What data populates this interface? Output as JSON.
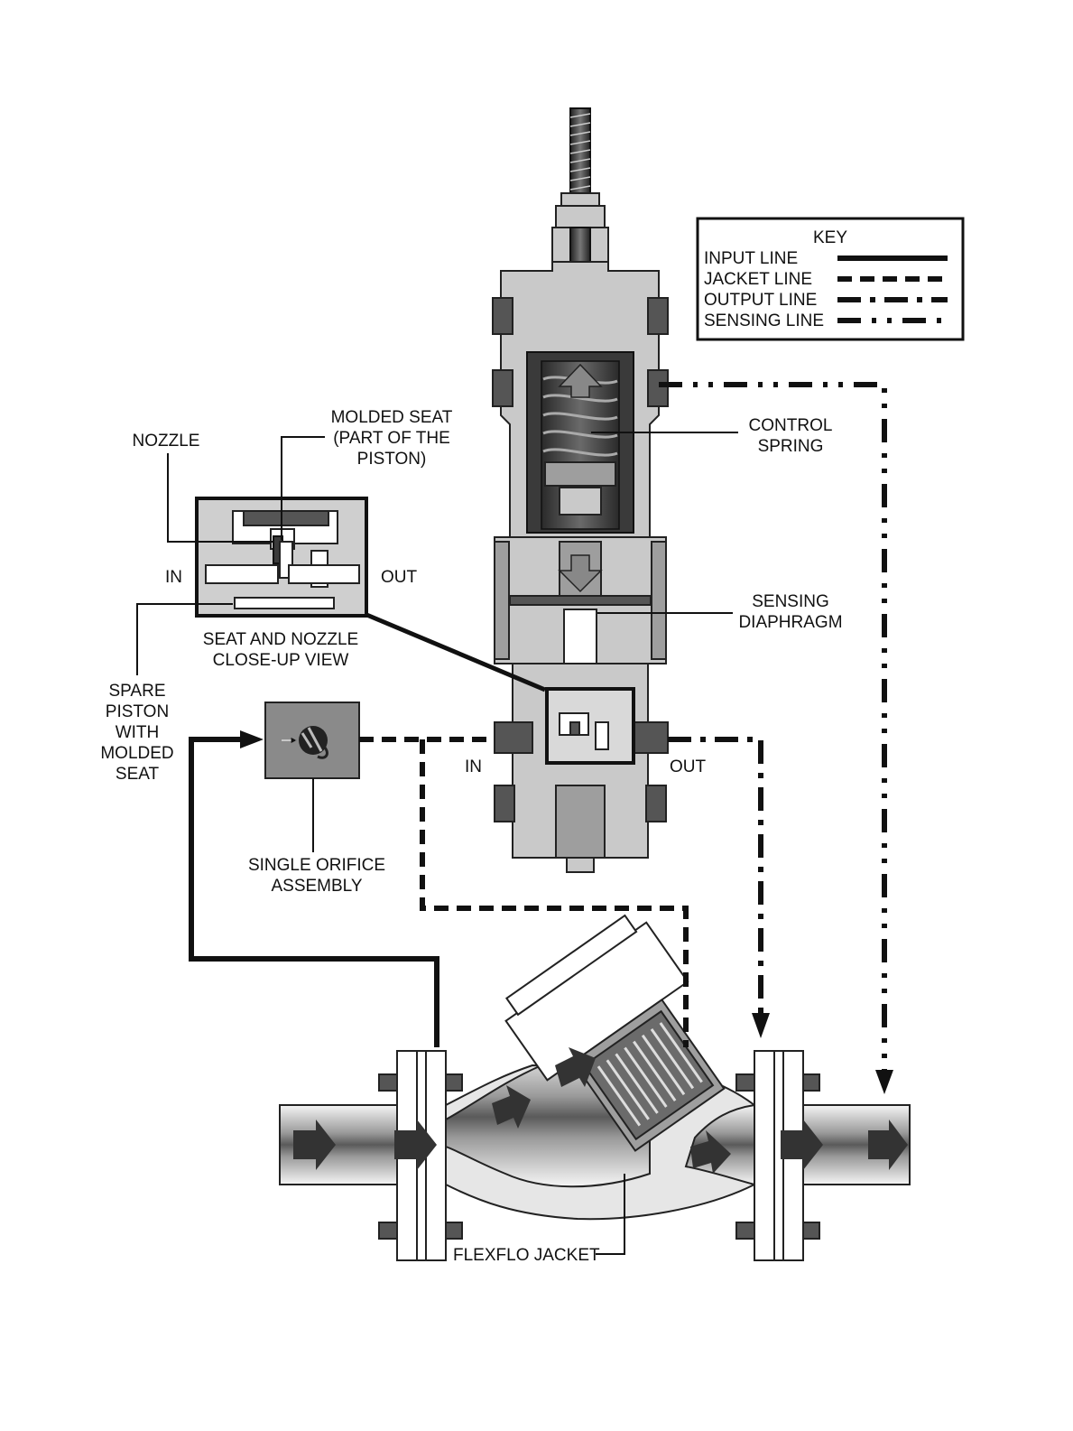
{
  "key": {
    "title": "KEY",
    "rows": [
      {
        "label": "INPUT LINE",
        "style": "input"
      },
      {
        "label": "JACKET LINE",
        "style": "jacket"
      },
      {
        "label": "OUTPUT LINE",
        "style": "output"
      },
      {
        "label": "SENSING LINE",
        "style": "sensing"
      }
    ]
  },
  "labels": {
    "molded_seat": [
      "MOLDED SEAT",
      "(PART OF THE",
      "PISTON)"
    ],
    "nozzle": "NOZZLE",
    "closeup_in": "IN",
    "closeup_out": "OUT",
    "closeup_caption": [
      "SEAT AND NOZZLE",
      "CLOSE-UP VIEW"
    ],
    "spare_piston": [
      "SPARE",
      "PISTON",
      "WITH",
      "MOLDED",
      "SEAT"
    ],
    "control_spring": [
      "CONTROL",
      "SPRING"
    ],
    "sensing_diaphragm": [
      "SENSING",
      "DIAPHRAGM"
    ],
    "pilot_in": "IN",
    "pilot_out": "OUT",
    "single_orifice": [
      "SINGLE ORIFICE",
      "ASSEMBLY"
    ],
    "flexflo_jacket": "FLEXFLO JACKET"
  },
  "colors": {
    "line": "#111111",
    "metal": "#c9c9c9",
    "metal_dark": "#555555",
    "orifice_box": "#8a8a8a",
    "background": "#ffffff"
  }
}
